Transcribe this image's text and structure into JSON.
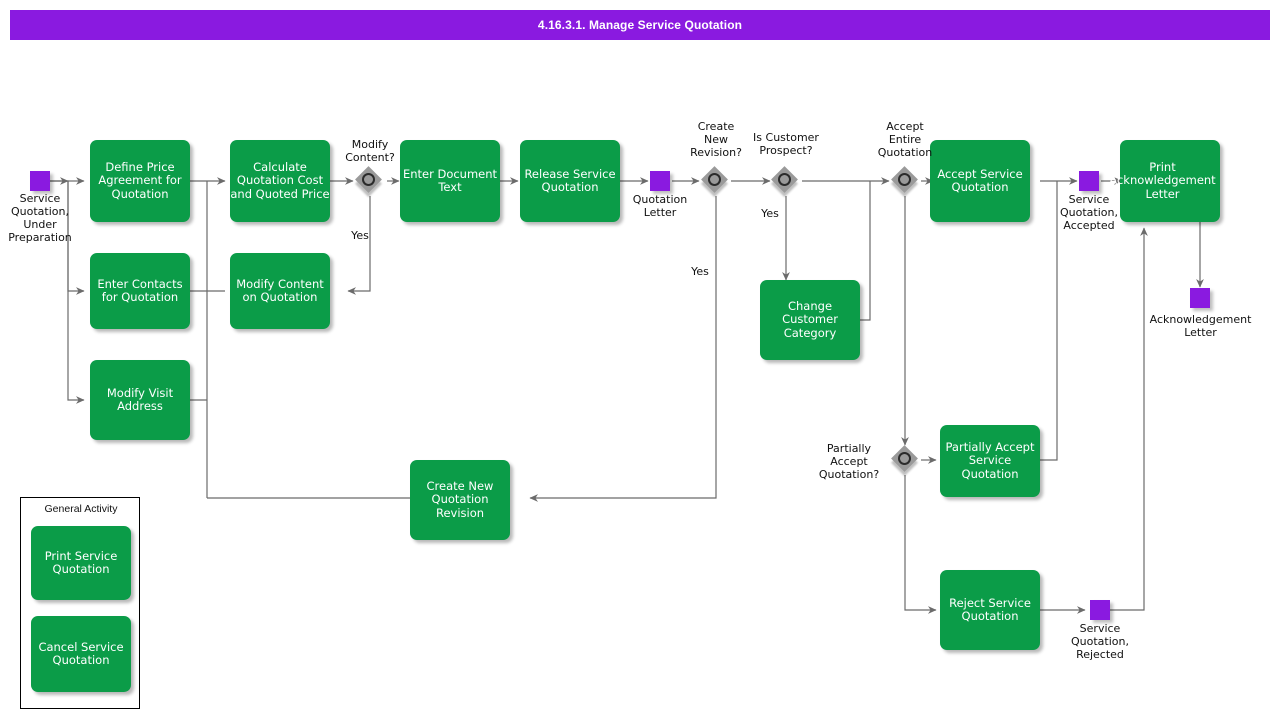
{
  "header": {
    "title": "4.16.3.1. Manage Service Quotation",
    "bar_color": "#8a1ae0",
    "text_color": "#ffffff"
  },
  "palette": {
    "activity_green": "#0b9c48",
    "event_purple": "#8a1ae0",
    "gateway_gray": "#9a9a9a",
    "connector_gray": "#6b6b6b",
    "page_background": "#ffffff"
  },
  "events": [
    {
      "id": "ev_start",
      "label": "Service\nQuotation,\nUnder\nPreparation"
    },
    {
      "id": "ev_quot",
      "label": "Quotation\nLetter"
    },
    {
      "id": "ev_accepted",
      "label": "Service\nQuotation,\nAccepted"
    },
    {
      "id": "ev_ack",
      "label": "Acknowledgement\nLetter"
    },
    {
      "id": "ev_rejected",
      "label": "Service\nQuotation,\nRejected"
    }
  ],
  "activities": [
    {
      "id": "a_define",
      "label": "Define Price Agreement for Quotation"
    },
    {
      "id": "a_contacts",
      "label": "Enter Contacts for Quotation"
    },
    {
      "id": "a_visit",
      "label": "Modify Visit Address"
    },
    {
      "id": "a_calc",
      "label": "Calculate Quotation Cost and Quoted Price"
    },
    {
      "id": "a_modcont",
      "label": "Modify Content on Quotation"
    },
    {
      "id": "a_doctext",
      "label": "Enter Document Text"
    },
    {
      "id": "a_release",
      "label": "Release Service Quotation"
    },
    {
      "id": "a_change",
      "label": "Change Customer Category"
    },
    {
      "id": "a_newrev",
      "label": "Create New Quotation Revision"
    },
    {
      "id": "a_accept",
      "label": "Accept Service Quotation"
    },
    {
      "id": "a_partial",
      "label": "Partially Accept Service Quotation"
    },
    {
      "id": "a_reject",
      "label": "Reject Service Quotation"
    },
    {
      "id": "a_print",
      "label": "Print Acknowledgement Letter"
    }
  ],
  "gateways": [
    {
      "id": "g_modify",
      "label": "Modify\nContent?"
    },
    {
      "id": "g_newrev",
      "label": "Create\nNew\nRevision?"
    },
    {
      "id": "g_prospect",
      "label": "Is Customer\nProspect?"
    },
    {
      "id": "g_entire",
      "label": "Accept\nEntire\nQuotation"
    },
    {
      "id": "g_partial",
      "label": "Partially\nAccept\nQuotation?"
    }
  ],
  "flow_labels": {
    "modify_yes": "Yes",
    "newrev_yes": "Yes",
    "prospect_yes": "Yes"
  },
  "legend": {
    "title": "General Activity",
    "items": [
      {
        "id": "l_print",
        "label": "Print Service Quotation"
      },
      {
        "id": "l_cancel",
        "label": "Cancel Service Quotation"
      }
    ]
  }
}
